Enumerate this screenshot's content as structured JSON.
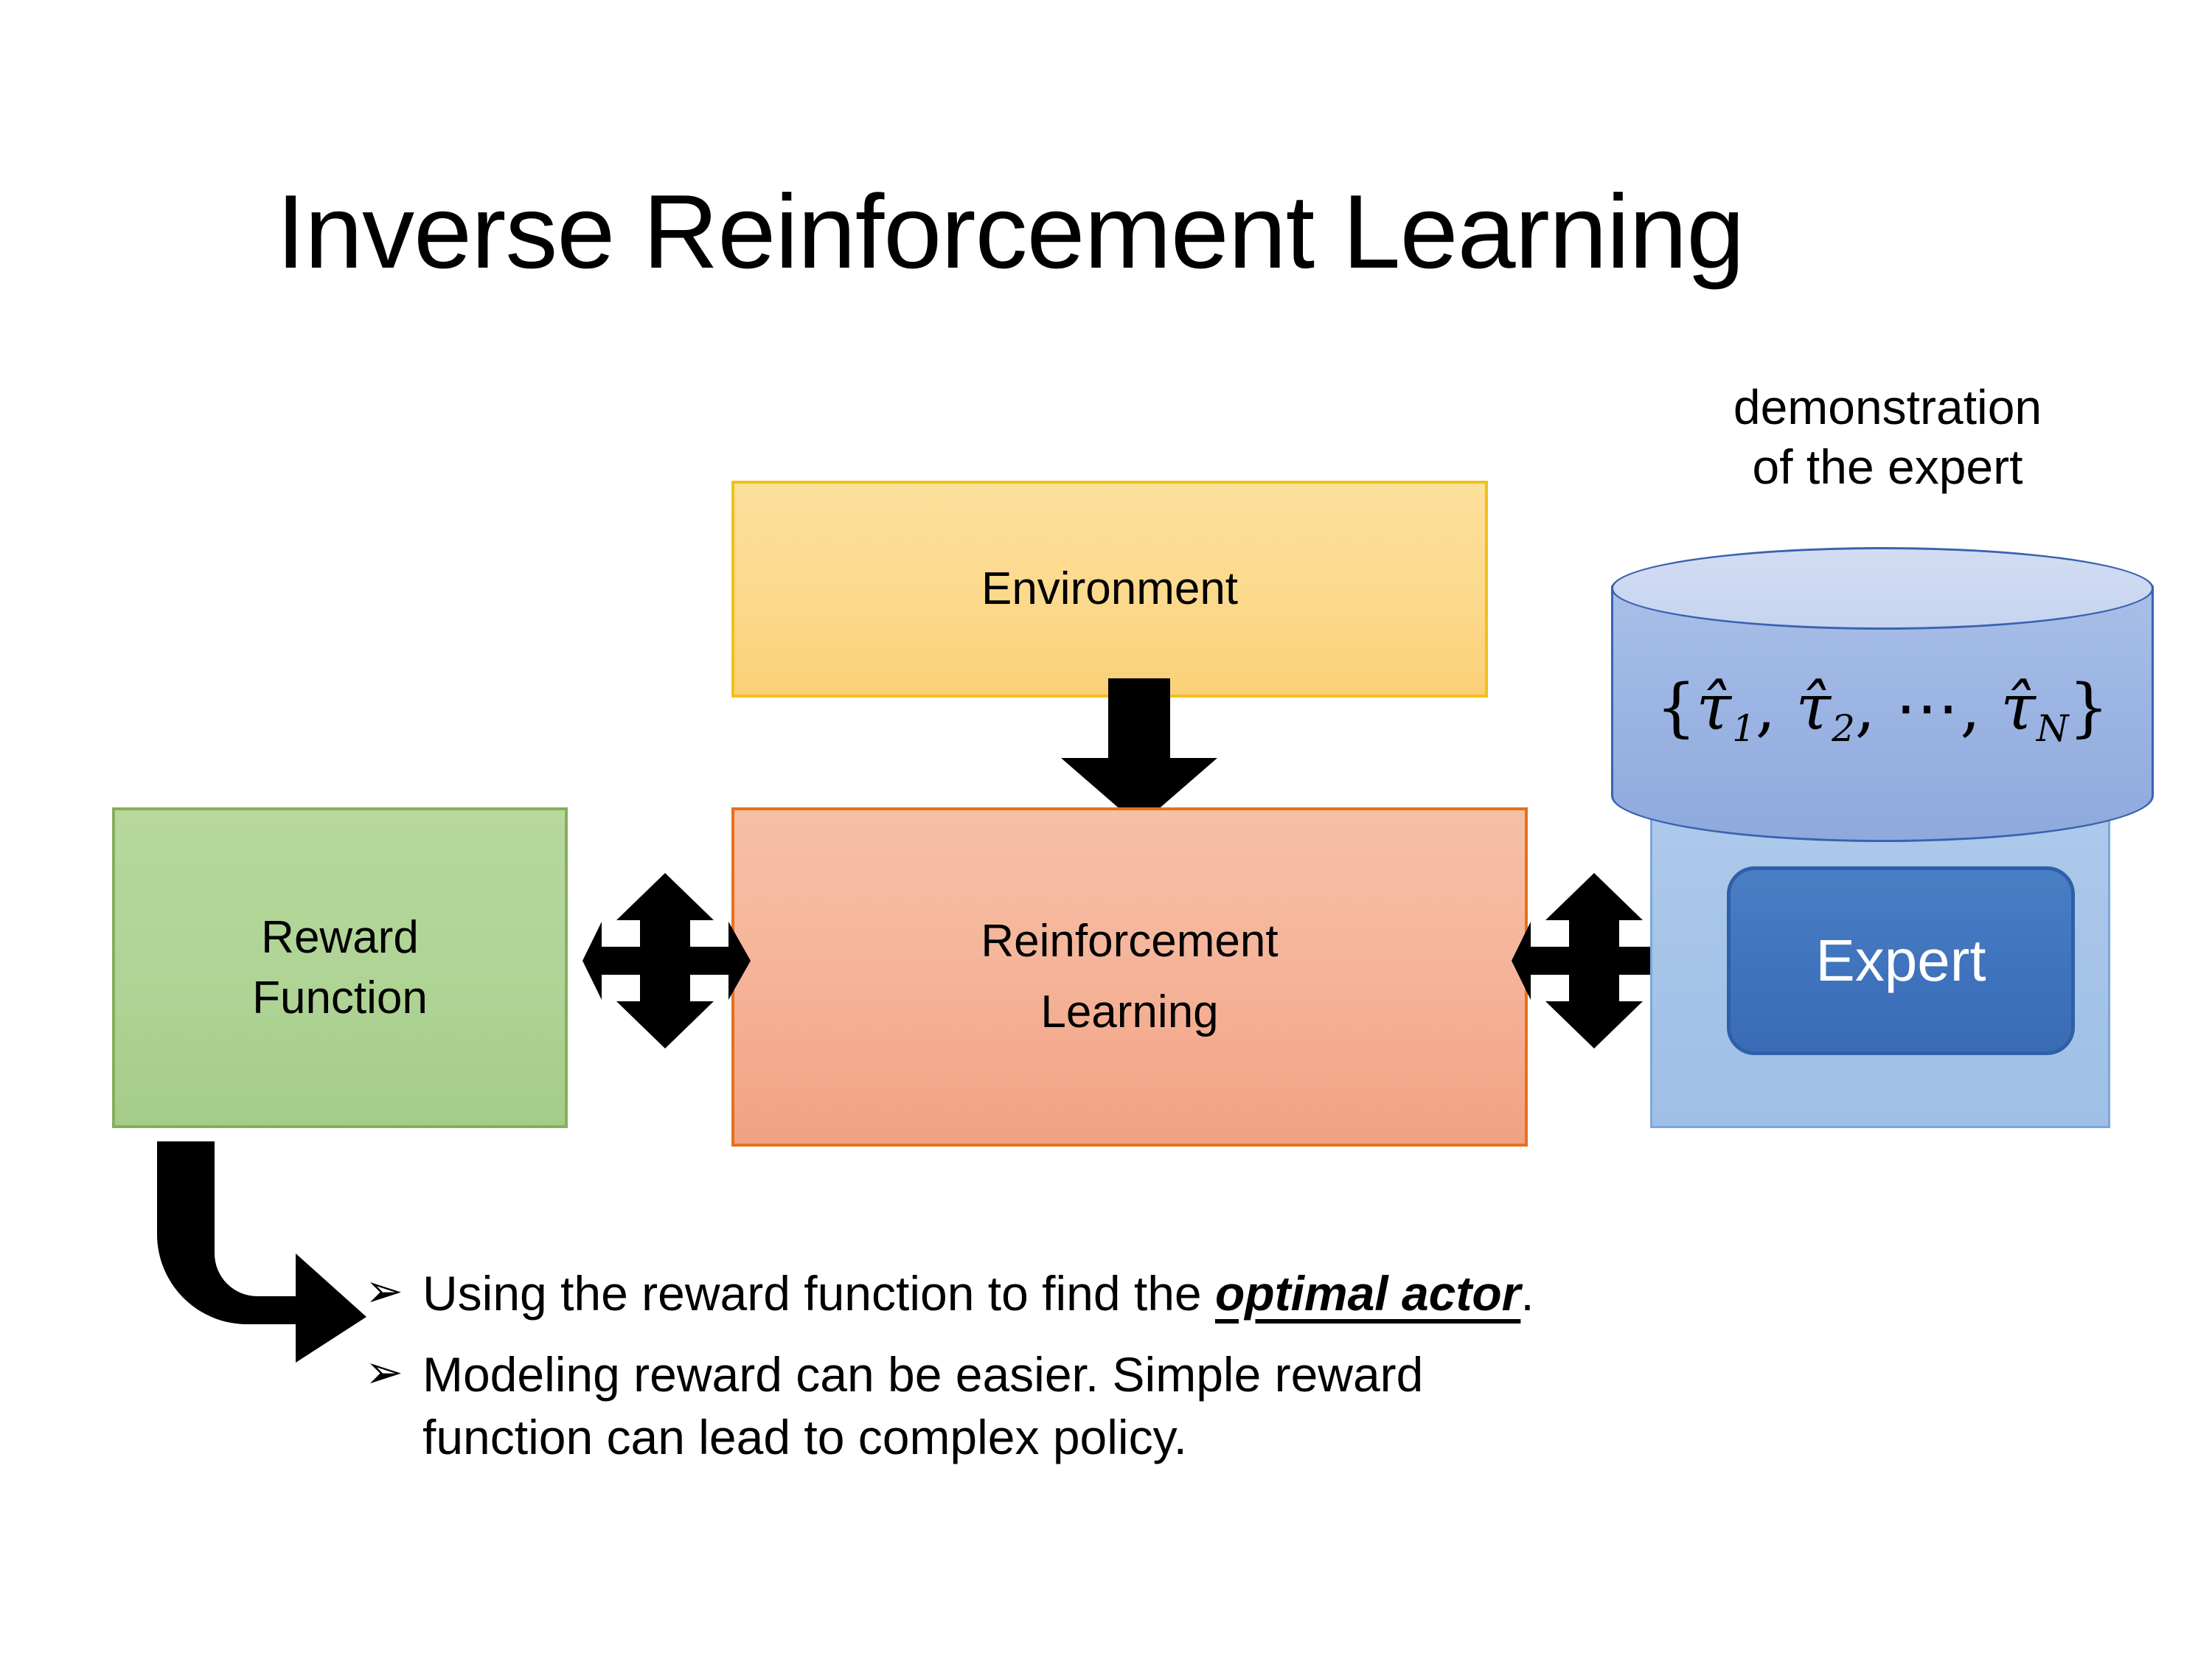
{
  "slide": {
    "title": "Inverse Reinforcement Learning",
    "background_color": "#ffffff"
  },
  "diagram": {
    "environment_box": {
      "label": "Environment",
      "fill_color": "#fcd98c",
      "border_color": "#f2c015"
    },
    "reinforcement_learning_box": {
      "label_line1": "Reinforcement",
      "label_line2": "Learning",
      "fill_color": "#f5b59a",
      "border_color": "#e8701a"
    },
    "reward_function_box": {
      "label_line1": "Reward",
      "label_line2": "Function",
      "fill_color": "#aed394",
      "border_color": "#86ae5c"
    },
    "demonstration": {
      "caption_line1": "demonstration",
      "caption_line2": "of the expert",
      "cylinder_formula": {
        "open_brace": "{",
        "tau1": "τ̂",
        "sub1": "1",
        "comma1": ", ",
        "tau2": "τ̂",
        "sub2": "2",
        "comma2": ", ",
        "ellipsis": "⋯",
        "comma3": ", ",
        "tau3": "τ̂",
        "sub3": "N",
        "close_brace": "}"
      },
      "cylinder_fill_color": "#9db6e4",
      "cylinder_border_color": "#3b62b0"
    },
    "expert_box": {
      "label": "Expert",
      "fill_color": "#3f73bd",
      "border_color": "#2e5fa8",
      "text_color": "#ffffff",
      "panel_fill_color": "#a6c4e8"
    },
    "arrows": {
      "environment_to_rl": "down-arrow",
      "reward_to_rl": "four-way-arrow",
      "rl_to_expert": "four-way-arrow",
      "reward_to_bullets": "elbow-arrow",
      "color": "#000000"
    }
  },
  "bullets": [
    {
      "marker": "➢",
      "text_before": "Using the reward function to find the ",
      "emphasis": "optimal actor",
      "text_after": "."
    },
    {
      "marker": "➢",
      "line1": "Modeling reward can be easier. Simple reward",
      "line2": "function can lead to complex policy."
    }
  ]
}
